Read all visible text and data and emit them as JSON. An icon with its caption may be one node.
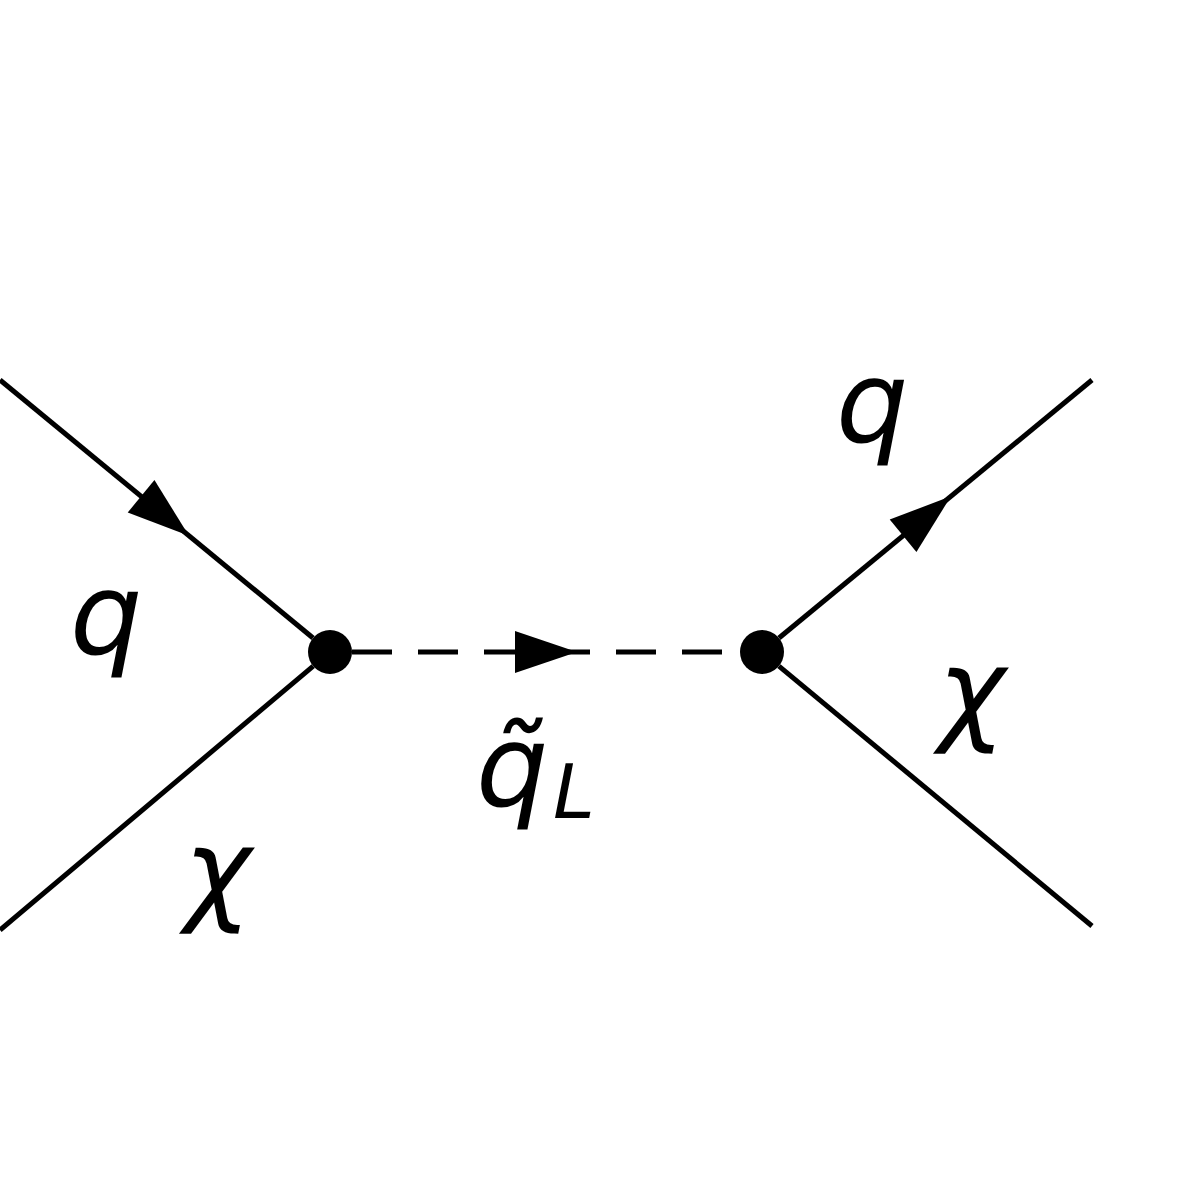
{
  "diagram": {
    "nodes": [
      {
        "text": [],
        "shape": "circle"
      },
      {
        "text": [],
        "shape": "circle"
      }
    ],
    "edges": [
      {
        "from": null,
        "to": 0,
        "arrow": "to",
        "label": "q"
      },
      {
        "from": null,
        "to": 0,
        "arrow": "none",
        "label": "χ"
      },
      {
        "from": 0,
        "to": 1,
        "arrow": "to",
        "label": "q̃$_{L}$",
        "style": "dashed"
      },
      {
        "from": 1,
        "to": null,
        "arrow": "to",
        "label": "q"
      },
      {
        "from": 1,
        "to": null,
        "arrow": "none",
        "label": "χ"
      }
    ]
  }
}
